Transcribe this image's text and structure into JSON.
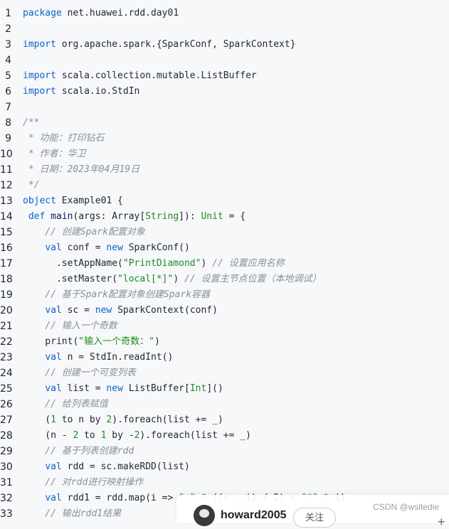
{
  "code_lines": [
    {
      "n": "1",
      "parts": [
        [
          "kw",
          "package"
        ],
        [
          "",
          " net.huawei.rdd.day01"
        ]
      ]
    },
    {
      "n": "2",
      "parts": []
    },
    {
      "n": "3",
      "parts": [
        [
          "kw",
          "import"
        ],
        [
          "",
          " org.apache.spark.{SparkConf, SparkContext}"
        ]
      ]
    },
    {
      "n": "4",
      "parts": []
    },
    {
      "n": "5",
      "parts": [
        [
          "kw",
          "import"
        ],
        [
          "",
          " scala.collection.mutable.ListBuffer"
        ]
      ]
    },
    {
      "n": "6",
      "parts": [
        [
          "kw",
          "import"
        ],
        [
          "",
          " scala.io.StdIn"
        ]
      ]
    },
    {
      "n": "7",
      "parts": []
    },
    {
      "n": "8",
      "parts": [
        [
          "cm",
          "/**"
        ]
      ]
    },
    {
      "n": "9",
      "parts": [
        [
          "cm",
          " * 功能：打印钻石"
        ]
      ]
    },
    {
      "n": "10",
      "parts": [
        [
          "cm",
          " * 作者：华卫"
        ]
      ]
    },
    {
      "n": "11",
      "parts": [
        [
          "cm",
          " * 日期：2023年04月19日"
        ]
      ]
    },
    {
      "n": "12",
      "parts": [
        [
          "cm",
          " */"
        ]
      ]
    },
    {
      "n": "13",
      "parts": [
        [
          "kw",
          "object"
        ],
        [
          "",
          " Example01 {"
        ]
      ]
    },
    {
      "n": "14",
      "parts": [
        [
          "",
          " "
        ],
        [
          "kw",
          "def"
        ],
        [
          "fn",
          " main"
        ],
        [
          "",
          "(args: Array["
        ],
        [
          "ty",
          "String"
        ],
        [
          "",
          "]): "
        ],
        [
          "ty",
          "Unit"
        ],
        [
          "",
          " = {"
        ]
      ]
    },
    {
      "n": "15",
      "parts": [
        [
          "cm",
          "    // 创建Spark配置对象"
        ]
      ]
    },
    {
      "n": "16",
      "parts": [
        [
          "",
          "    "
        ],
        [
          "kw",
          "val"
        ],
        [
          "",
          " conf = "
        ],
        [
          "kw",
          "new"
        ],
        [
          "",
          " SparkConf()"
        ]
      ]
    },
    {
      "n": "17",
      "parts": [
        [
          "",
          "      .setAppName("
        ],
        [
          "str",
          "\"PrintDiamond\""
        ],
        [
          "",
          ") "
        ],
        [
          "cm",
          "// 设置应用名称"
        ]
      ]
    },
    {
      "n": "18",
      "parts": [
        [
          "",
          "      .setMaster("
        ],
        [
          "str",
          "\"local[*]\""
        ],
        [
          "",
          ") "
        ],
        [
          "cm",
          "// 设置主节点位置（本地调试）"
        ]
      ]
    },
    {
      "n": "19",
      "parts": [
        [
          "cm",
          "    // 基于Spark配置对象创建Spark容器"
        ]
      ]
    },
    {
      "n": "20",
      "parts": [
        [
          "",
          "    "
        ],
        [
          "kw",
          "val"
        ],
        [
          "",
          " sc = "
        ],
        [
          "kw",
          "new"
        ],
        [
          "",
          " SparkContext(conf)"
        ]
      ]
    },
    {
      "n": "21",
      "parts": [
        [
          "cm",
          "    // 输入一个奇数"
        ]
      ]
    },
    {
      "n": "22",
      "parts": [
        [
          "",
          "    print("
        ],
        [
          "str",
          "\"输入一个奇数：\""
        ],
        [
          "",
          ")"
        ]
      ]
    },
    {
      "n": "23",
      "parts": [
        [
          "",
          "    "
        ],
        [
          "kw",
          "val"
        ],
        [
          "",
          " n = StdIn.readInt()"
        ]
      ]
    },
    {
      "n": "24",
      "parts": [
        [
          "cm",
          "    // 创建一个可变列表"
        ]
      ]
    },
    {
      "n": "25",
      "parts": [
        [
          "",
          "    "
        ],
        [
          "kw",
          "val"
        ],
        [
          "",
          " list = "
        ],
        [
          "kw",
          "new"
        ],
        [
          "",
          " ListBuffer["
        ],
        [
          "ty",
          "Int"
        ],
        [
          "",
          "]()"
        ]
      ]
    },
    {
      "n": "26",
      "parts": [
        [
          "cm",
          "    // 给列表赋值"
        ]
      ]
    },
    {
      "n": "27",
      "parts": [
        [
          "",
          "    ("
        ],
        [
          "str",
          "1"
        ],
        [
          "",
          " to n by "
        ],
        [
          "str",
          "2"
        ],
        [
          "",
          ").foreach(list += _)"
        ]
      ]
    },
    {
      "n": "28",
      "parts": [
        [
          "",
          "    (n - "
        ],
        [
          "str",
          "2"
        ],
        [
          "",
          " to "
        ],
        [
          "str",
          "1"
        ],
        [
          "",
          " by -"
        ],
        [
          "str",
          "2"
        ],
        [
          "",
          ").foreach(list += _)"
        ]
      ]
    },
    {
      "n": "29",
      "parts": [
        [
          "cm",
          "    // 基于列表创建rdd"
        ]
      ]
    },
    {
      "n": "30",
      "parts": [
        [
          "",
          "    "
        ],
        [
          "kw",
          "val"
        ],
        [
          "",
          " rdd = sc.makeRDD(list)"
        ]
      ]
    },
    {
      "n": "31",
      "parts": [
        [
          "cm",
          "    // 对rdd进行映射操作"
        ]
      ]
    },
    {
      "n": "32",
      "parts": [
        [
          "",
          "    "
        ],
        [
          "kw",
          "val"
        ],
        [
          "",
          " rdd1 = rdd.map(i => "
        ],
        [
          "str",
          "\" \""
        ],
        [
          "",
          " * ((n - i) / 2) + "
        ],
        [
          "str",
          "\"*\""
        ],
        [
          "",
          " * i)"
        ]
      ]
    },
    {
      "n": "33",
      "parts": [
        [
          "cm",
          "    // 输出rdd1结果"
        ]
      ]
    }
  ],
  "footer": {
    "author": "howard2005",
    "follow_label": "关注",
    "watermark": "CSDN @wsltedie",
    "plus_symbol": "+"
  }
}
